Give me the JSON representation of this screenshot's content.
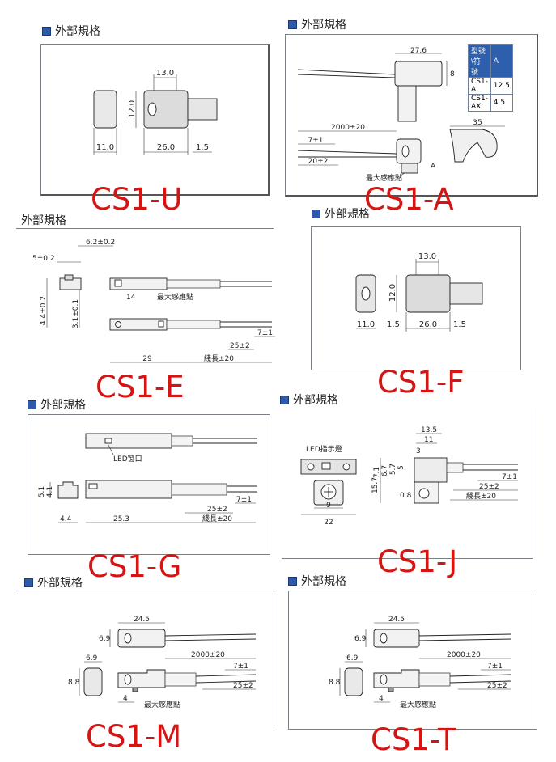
{
  "header_label": "外部規格",
  "colors": {
    "model_red": "#d51414",
    "header_square": "#2f5aa8",
    "table_header": "#2e5fad"
  },
  "panels": {
    "u": {
      "model": "CS1-U",
      "dims": {
        "top": "13.0",
        "side": "12.0",
        "left": "11.0",
        "body": "26.0",
        "tail": "1.5"
      }
    },
    "a": {
      "model": "CS1-A",
      "dims": {
        "width": "27.6",
        "height": "8",
        "cable": "2000±20",
        "strip1": "7±1",
        "strip2": "20±2",
        "clip": "35",
        "a": "A"
      },
      "label_point": "最大感應點",
      "table": {
        "col1": "型號\\符號",
        "col2": "A",
        "rows": [
          {
            "model": "CS1-A",
            "value": "12.5"
          },
          {
            "model": "CS1-AX",
            "value": "4.5"
          }
        ]
      }
    },
    "e": {
      "model": "CS1-E",
      "dims": {
        "top": "6.2±0.2",
        "w": "5±0.2",
        "h": "4.4±0.2",
        "h2": "3.1±0.1",
        "p": "14",
        "strip1": "7±1",
        "strip2": "25±2",
        "body": "29",
        "cable": "綫長±20"
      },
      "label_point": "最大感應點"
    },
    "f": {
      "model": "CS1-F",
      "dims": {
        "top": "13.0",
        "side": "12.0",
        "left": "11.0",
        "gap": "1.5",
        "body": "26.0",
        "tail": "1.5"
      }
    },
    "g": {
      "model": "CS1-G",
      "dims": {
        "w1": "5.1",
        "w2": "4.1",
        "left": "4.4",
        "body": "25.3",
        "strip1": "7±1",
        "strip2": "25±2",
        "cable": "綫長±20"
      },
      "label_led": "LED窗口"
    },
    "j": {
      "model": "CS1-J",
      "dims": {
        "top": "13.5",
        "top2": "11",
        "d3": "3",
        "d5": "5",
        "d57": "5.7",
        "d67": "6.7",
        "d71": "7.1",
        "d157": "15.7",
        "d08": "0.8",
        "d9": "9",
        "d22": "22",
        "strip1": "7±1",
        "strip2": "25±2",
        "cable": "綫長±20"
      },
      "label_led": "LED指示燈"
    },
    "m": {
      "model": "CS1-M",
      "dims": {
        "width": "24.5",
        "h": "6.9",
        "side_w": "6.9",
        "side_h": "8.8",
        "cable": "2000±20",
        "strip1": "7±1",
        "strip2": "25±2",
        "p": "4"
      },
      "label_point": "最大感應點"
    },
    "t": {
      "model": "CS1-T",
      "dims": {
        "width": "24.5",
        "h": "6.9",
        "side_w": "6.9",
        "side_h": "8.8",
        "cable": "2000±20",
        "strip1": "7±1",
        "strip2": "25±2",
        "p": "4"
      },
      "label_point": "最大感應點"
    }
  }
}
